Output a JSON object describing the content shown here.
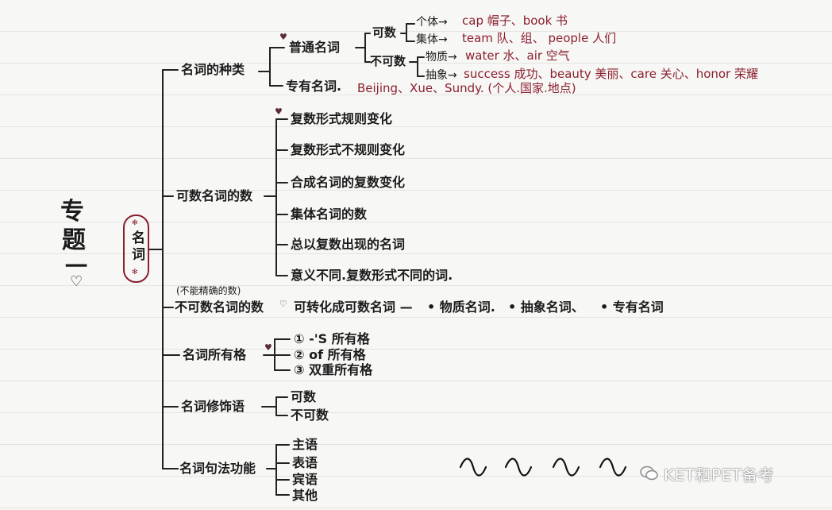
{
  "title": {
    "line1": "专",
    "line2": "题",
    "line3": "一",
    "mark": "♡"
  },
  "root": {
    "label": "名词"
  },
  "branches": {
    "kinds": {
      "label": "名词的种类",
      "common": "普通名词",
      "countable": "可数",
      "individual": "个体→",
      "individual_examples": "cap 帽子、book 书",
      "collective": "集体→",
      "collective_examples": "team 队、组、 people 人们",
      "uncountable": "不可数",
      "material": "物质→",
      "material_examples": "water 水、air 空气",
      "abstract": "抽象→",
      "abstract_examples": "success 成功、beauty 美丽、care 关心、honor 荣耀",
      "proper": "专有名词.",
      "proper_examples": "Beijing、Xue、Sundy. (个人.国家.地点)"
    },
    "countable_number": {
      "label": "可数名词的数",
      "items": [
        "复数形式规则变化",
        "复数形式不规则变化",
        "合成名词的复数变化",
        "集体名词的数",
        "总以复数出现的名词",
        "意义不同.复数形式不同的词."
      ]
    },
    "uncountable_number": {
      "note": "(不能精确的数)",
      "label": "不可数名词的数",
      "convert": "可转化成可数名词 —",
      "types": [
        "• 物质名词.",
        "• 抽象名词、",
        "• 专有名词"
      ]
    },
    "possessive": {
      "label": "名词所有格",
      "items": [
        "① -'S 所有格",
        "② of 所有格",
        "③ 双重所有格"
      ]
    },
    "modifier": {
      "label": "名词修饰语",
      "items": [
        "可数",
        "不可数"
      ]
    },
    "syntax": {
      "label": "名词句法功能",
      "items": [
        "主语",
        "表语",
        "宾语",
        "其他"
      ]
    }
  },
  "watermark": "KET和PET备考",
  "colors": {
    "ink": "#1b1b1b",
    "accent": "#8a1f2e"
  }
}
